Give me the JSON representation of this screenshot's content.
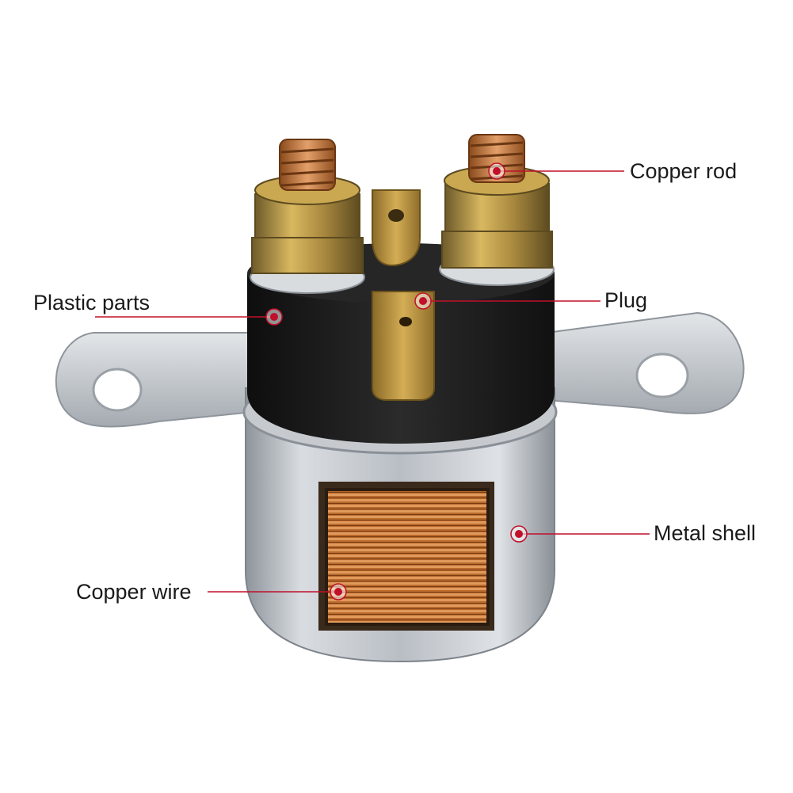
{
  "callouts": {
    "copper_rod": "Copper rod",
    "plastic_parts": "Plastic parts",
    "plug": "Plug",
    "metal_shell": "Metal shell",
    "copper_wire": "Copper wire"
  },
  "colors": {
    "leader_line": "#c0102a",
    "marker": "#c0102a",
    "metal": "#c9cdd2",
    "plastic": "#1c1c1c",
    "copper": "#c9773a",
    "brass_nut": "#b08a3a",
    "label_text": "#1a1a1a"
  }
}
